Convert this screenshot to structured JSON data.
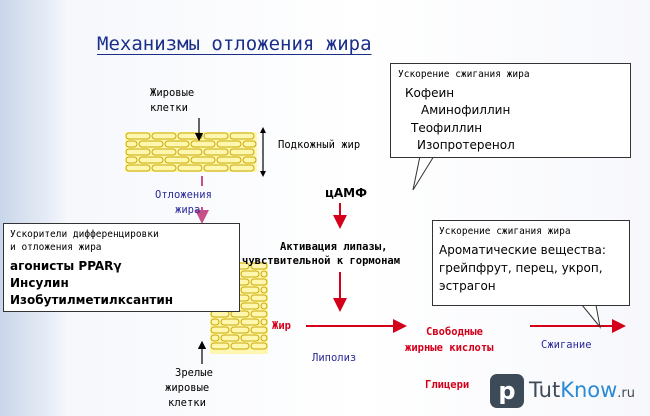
{
  "title": "Механизмы отложения жира",
  "labels": {
    "fat_cells_l1": "Жировые",
    "fat_cells_l2": "клетки",
    "subcutaneous": "Подкожный жир",
    "deposition_l1": "Отложения",
    "deposition_l2": "жира",
    "camp": "цАМФ",
    "lipase_l1": "Активация липазы,",
    "lipase_l2": "чувствительной к гормонам",
    "fat": "Жир",
    "lipolysis": "Липолиз",
    "ffa_l1": "Свободные",
    "ffa_l2": "жирные кислоты",
    "burning": "Сжигание",
    "glycerol": "Глицери",
    "mature_l1": "Зрелые",
    "mature_l2": "жировые",
    "mature_l3": "клетки"
  },
  "callout_top": {
    "heading": "Ускорение сжигания жира",
    "items": [
      "Кофеин",
      "Аминофиллин",
      "Теофиллин",
      "Изопротеренол"
    ]
  },
  "callout_left": {
    "heading_l1": "Ускорители дифференцировки",
    "heading_l2": "и отложения жира",
    "items": [
      "агонисты PPARγ",
      "Инсулин",
      "Изобутилметилксантин"
    ]
  },
  "callout_right": {
    "heading": "Ускорение сжигания жира",
    "lines": [
      "Ароматические вещества:",
      "грейпфрут, перец, укроп,",
      "эстрагон"
    ]
  },
  "watermark": {
    "part1": "Tut",
    "part2": "Know",
    "part3": ".ru",
    "icon": "p"
  },
  "colors": {
    "title": "#1b2f8a",
    "red": "#d4001a",
    "pink_arrow": "#c8508a",
    "cells_fill": "#fff7b0",
    "cells_stroke": "#c9a800"
  }
}
